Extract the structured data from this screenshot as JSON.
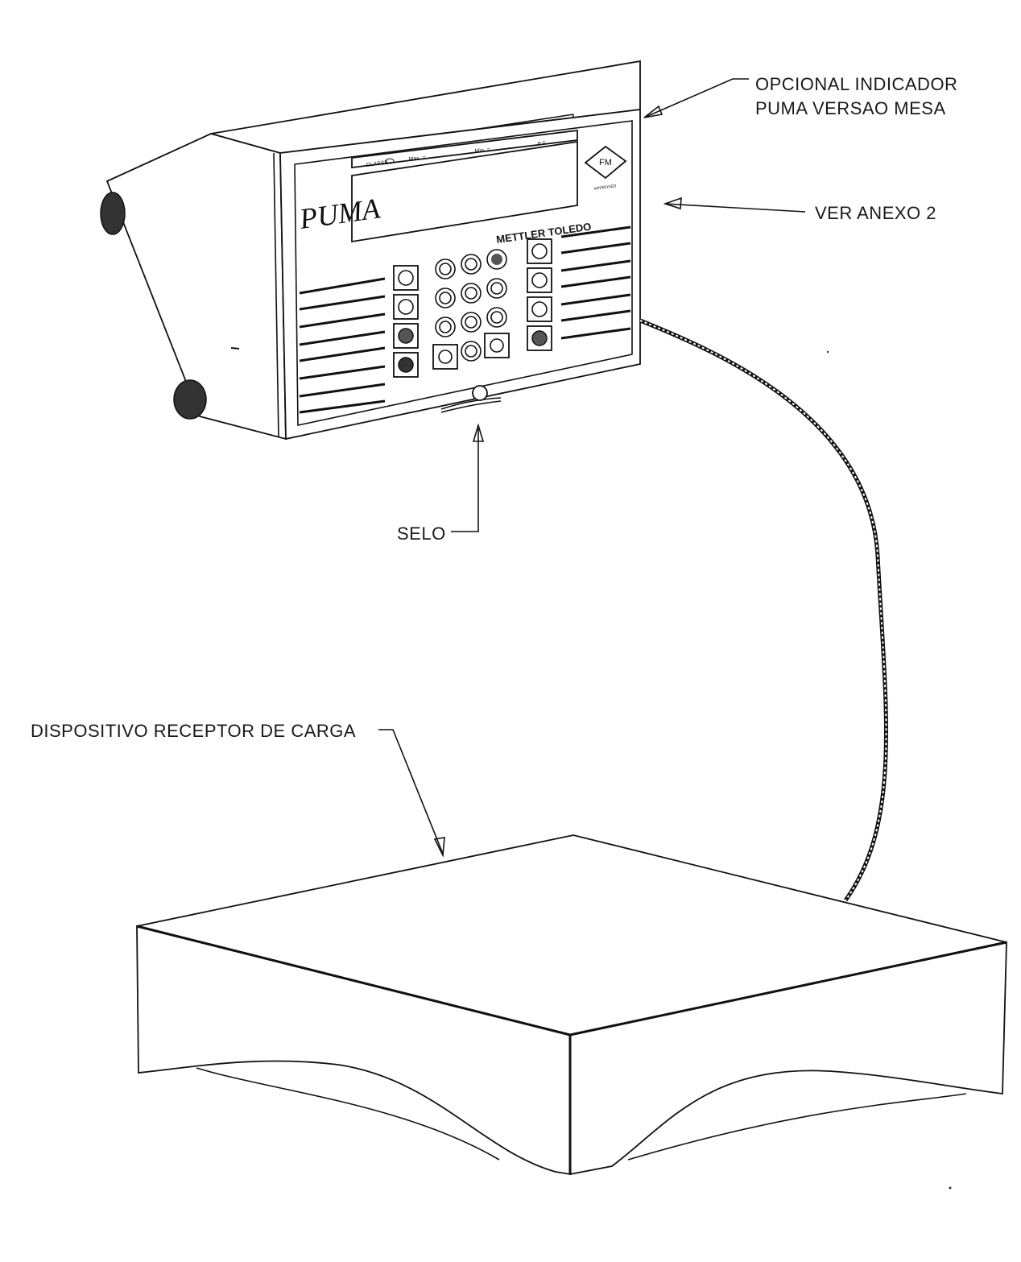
{
  "callouts": {
    "indicator_line1": "OPCIONAL INDICADOR",
    "indicator_line2": "PUMA VERSAO MESA",
    "annex": "VER ANEXO 2",
    "seal": "SELO",
    "platform": "DISPOSITIVO RECEPTOR DE CARGA"
  },
  "indicator": {
    "brand_logo": "PUMA",
    "maker": "METTLER TOLEDO",
    "approval_badge": "FM",
    "approval_caption": "APPROVED",
    "plate_class": "CLASSE",
    "plate_max": "Max. =",
    "plate_min": "Min. =",
    "plate_e": "e ="
  }
}
